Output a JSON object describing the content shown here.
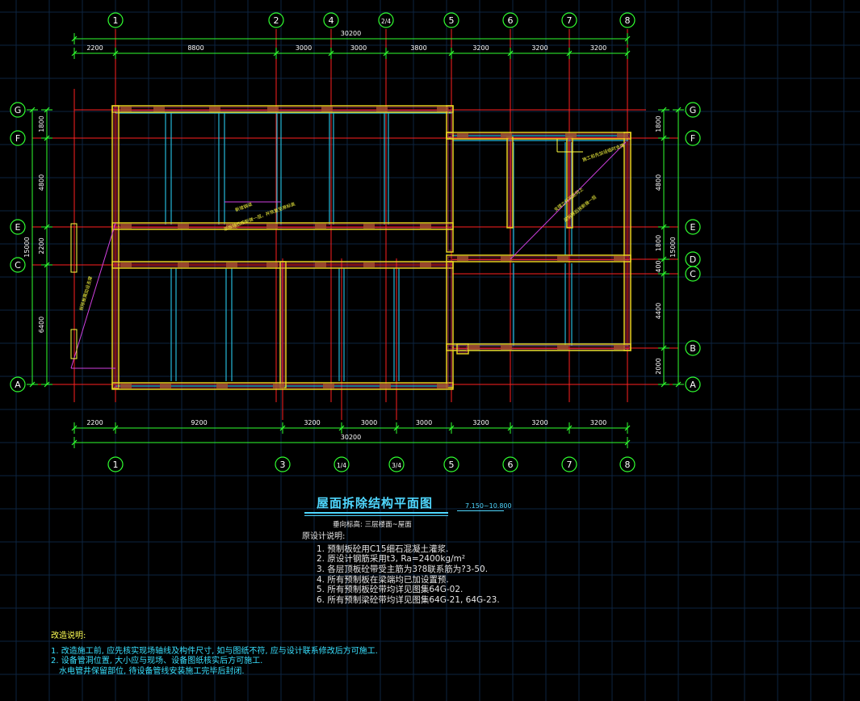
{
  "drawing": {
    "title": "屋面拆除结构平面图",
    "subtitle": "垂向标高: 三层楼面~屋面",
    "scale_label": "7.150~10.800",
    "axes_top": [
      "1",
      "2",
      "4",
      "2/4",
      "5",
      "6",
      "7",
      "8"
    ],
    "axes_bottom": [
      "1",
      "3",
      "1/4",
      "3/4",
      "5",
      "6",
      "7",
      "8"
    ],
    "axes_left": [
      "G",
      "F",
      "E",
      "C",
      "A"
    ],
    "axes_right": [
      "G",
      "F",
      "E",
      "D",
      "C",
      "B",
      "A"
    ],
    "dims_top": [
      "2200",
      "8800",
      "3000",
      "3000",
      "3800",
      "3200",
      "3200",
      "3200"
    ],
    "dims_bottom": [
      "2200",
      "9200",
      "3200",
      "3000",
      "3000",
      "3200",
      "3200",
      "3200"
    ],
    "overall_top": "30200",
    "overall_bottom": "30200",
    "dims_left": [
      "1800",
      "4800",
      "2200",
      "6400"
    ],
    "overall_left": "15000",
    "dims_right": [
      "1800",
      "4800",
      "1800",
      "400",
      "4400",
      "2000"
    ],
    "overall_right": "15000",
    "annotations": [
      "新增钢梁",
      "梁拆除后按新做一层，并恢复至原标高",
      "拆除板需加设支撑",
      "支撑立杆间距同上",
      "梁拆除后按新做一层",
      "施工前先加设临时支撑"
    ]
  },
  "design_notes": {
    "heading": "原设计说明:",
    "items": [
      "1. 预制板砼用C15细石混凝土灌浆.",
      "2. 原设计钢筋采用t3, Ra=2400kg/m²",
      "3. 各层顶板砼带受主筋为3?8联系筋为?3-50.",
      "4. 所有预制板在梁端均已加设置预.",
      "5. 所有预制板砼带均详见图集64G-02.",
      "6. 所有预制梁砼带均详见图集64G-21, 64G-23."
    ]
  },
  "demolition_notes": {
    "heading": "改造说明:",
    "items": [
      "1. 改造施工前, 应先核实现场轴线及构件尺寸, 如与图纸不符, 应与设计联系修改后方可施工.",
      "2. 设备管洞位置, 大小应与现场、设备图纸核实后方可施工.",
      "水电管井保留部位, 待设备管线安装施工完毕后封闭."
    ]
  },
  "colors": {
    "background": "#000000",
    "grid": "#0d2440",
    "axis": "#ff2020",
    "wall": "#e8d020",
    "wall_inner": "#c03060",
    "dimension": "#30ff30",
    "beam": "#25b8d8",
    "annotation": "#ffff40",
    "leader": "#d040e0",
    "title": "#4fd7ff",
    "text": "#e6e6e6"
  }
}
